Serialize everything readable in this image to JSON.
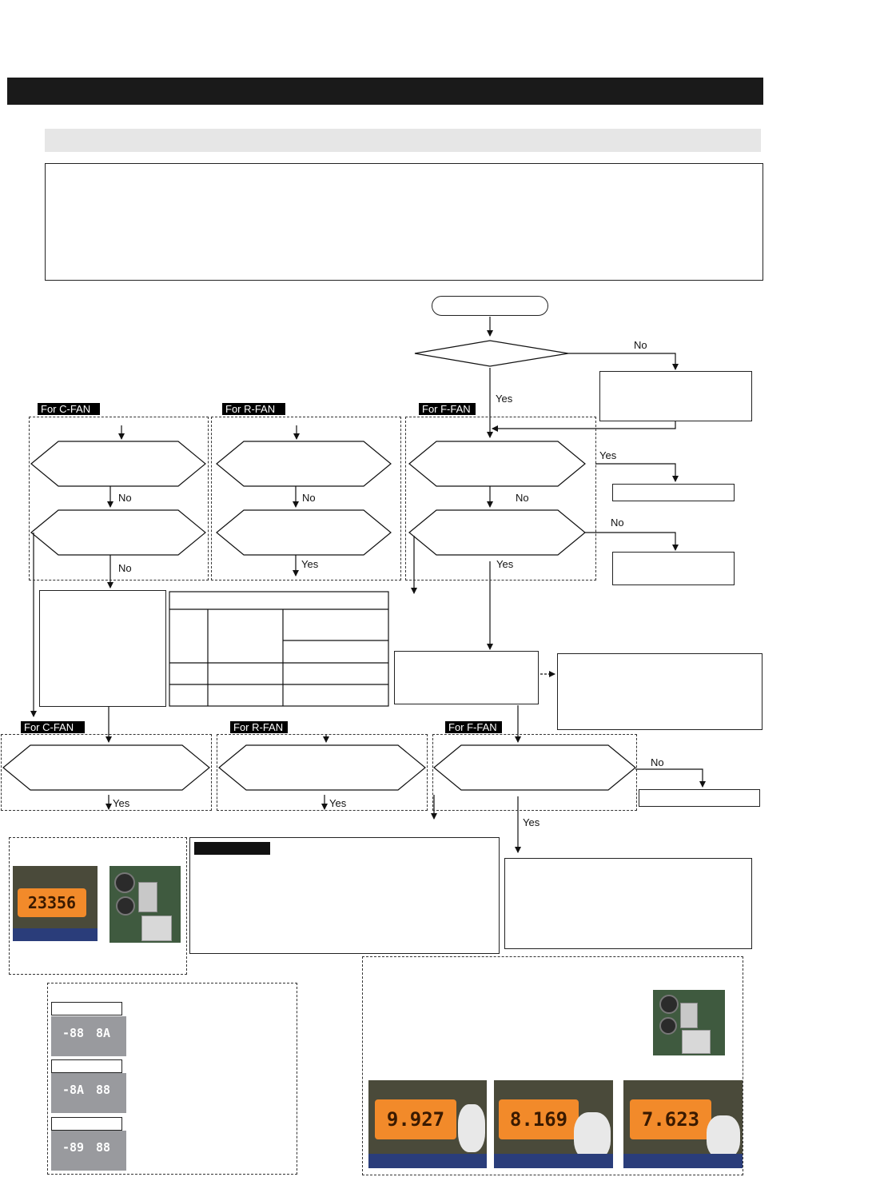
{
  "labels": {
    "no": "No",
    "yes": "Yes",
    "c_fan": "For  C-FAN",
    "r_fan": "For  R-FAN",
    "f_fan": "For  F-FAN"
  },
  "photos": {
    "meter_1": "23356",
    "meter_2": "9.927",
    "meter_3": "8.169",
    "meter_4": "7.623"
  },
  "display_panel": {
    "panel_1": {
      "left": "-88",
      "right": "8A"
    },
    "panel_2": {
      "left": "-8A",
      "right": "88"
    },
    "panel_3": {
      "left": "-89",
      "right": "88"
    }
  },
  "colors": {
    "header_bar": "#1a1a1a",
    "sub_bar": "#e6e6e6",
    "lcd": "#f28a2a"
  }
}
